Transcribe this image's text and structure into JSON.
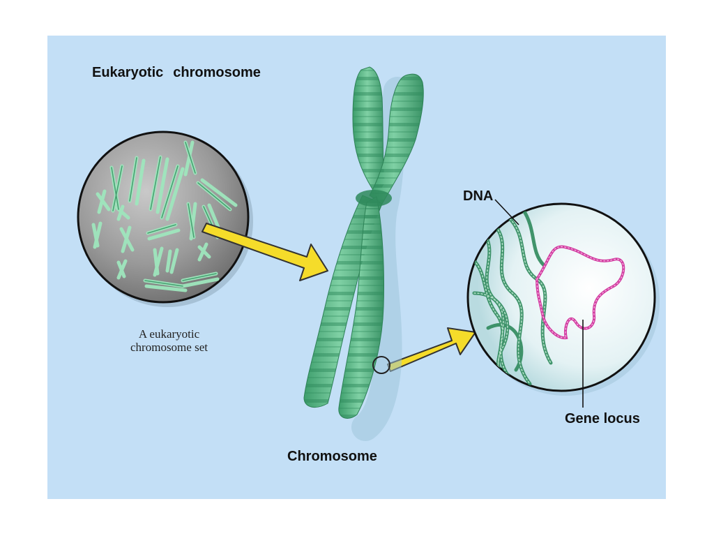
{
  "title_part1": "Eukaryotic",
  "title_part2": "chromosome",
  "set_caption_line1": "A eukaryotic",
  "set_caption_line2": "chromosome set",
  "label_dna": "DNA",
  "label_chromosome": "Chromosome",
  "label_gene_locus": "Gene locus",
  "colors": {
    "background": "#c3dff6",
    "chromosome_green": "#4caf7f",
    "arrow_yellow": "#f5dc2a",
    "gene_locus_magenta": "#d23aa0",
    "set_circle_gray": "#8f8f8f"
  }
}
